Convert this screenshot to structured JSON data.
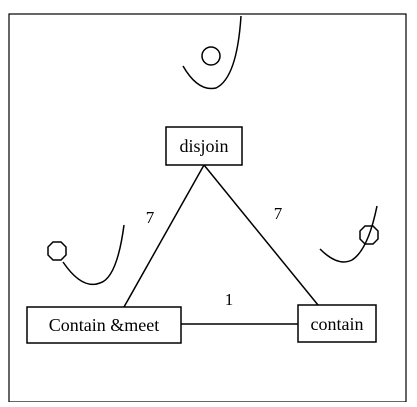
{
  "nodes": {
    "disjoin": {
      "label": "disjoin"
    },
    "contain_meet": {
      "label": "Contain &meet"
    },
    "contain": {
      "label": "contain"
    }
  },
  "edges": [
    {
      "from": "disjoin",
      "to": "contain_meet",
      "weight": "7"
    },
    {
      "from": "disjoin",
      "to": "contain",
      "weight": "7"
    },
    {
      "from": "contain_meet",
      "to": "contain",
      "weight": "1"
    }
  ],
  "self_loops": [
    {
      "node": "disjoin",
      "shape": "circle"
    },
    {
      "node": "contain_meet",
      "shape": "octagon"
    },
    {
      "node": "contain",
      "shape": "octagon"
    }
  ]
}
